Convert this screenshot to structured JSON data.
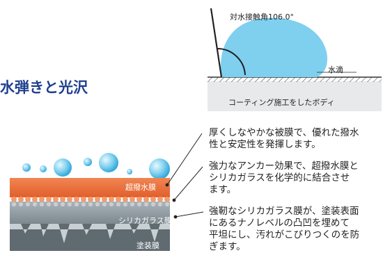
{
  "heading": "水弾きと光沢",
  "contact_angle_diagram": {
    "angle_label": "対水接触角106.0°",
    "droplet_label": "水滴",
    "body_caption": "コーティング施工をしたボディ"
  },
  "layers": {
    "topcoat_label": "超撥水膜",
    "silica_label": "シリカガラス膜",
    "paint_label": "塗装膜"
  },
  "descriptions": {
    "topcoat": "厚くしなやかな被膜で、優れた撥水\n性と安定性を発揮します。",
    "bond": "強力なアンカー効果で、超撥水膜と\nシリカガラスを化学的に結合させ\nます。",
    "silica": "強靭なシリカガラス膜が、塗装表面\nにあるナノレベルの凸凹を埋めて\n平坦にし、汚れがこびりつくのを防\nぎます。"
  },
  "colors": {
    "heading": "#1f3f8f",
    "droplet": "#7fd0ee",
    "topcoat": "#e8693a",
    "silica": "#8a959c",
    "paint": "#606b72",
    "body_panel": "#e8e9ea"
  }
}
